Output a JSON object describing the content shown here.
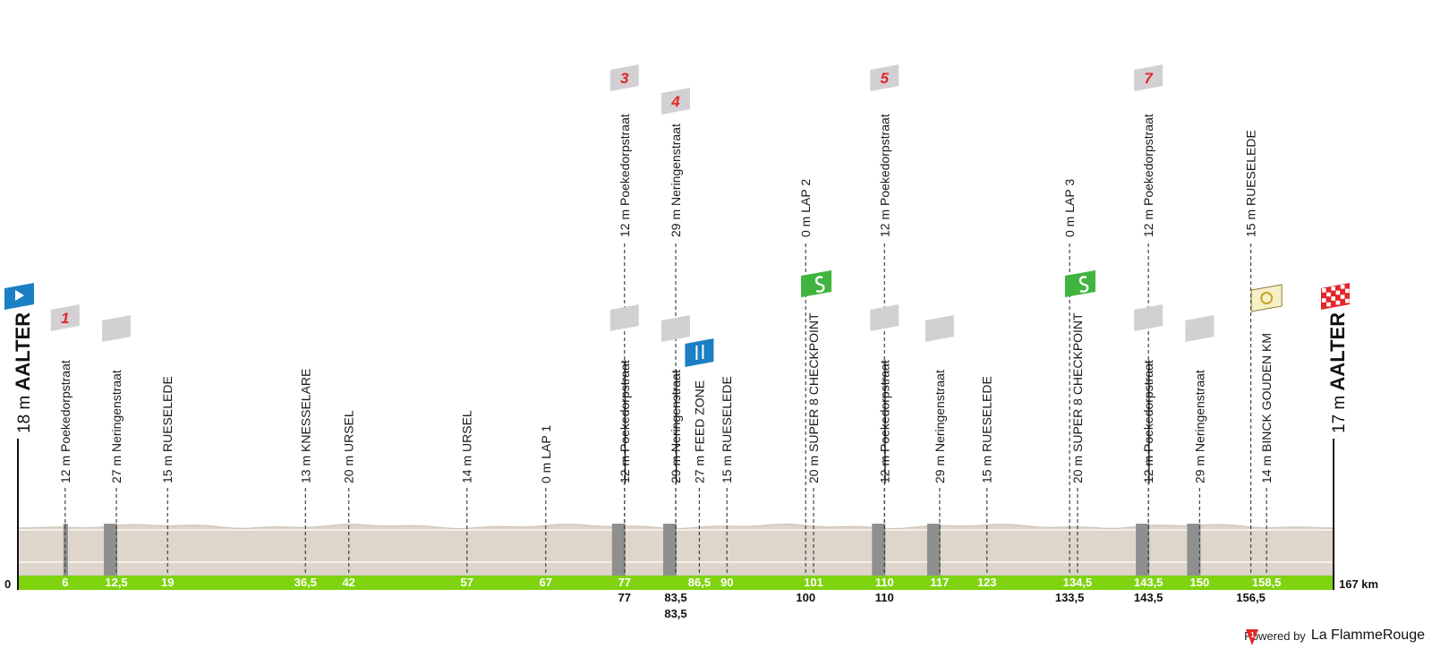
{
  "chart_data": {
    "type": "area",
    "xlim": [
      0,
      167
    ],
    "ylim": [
      0,
      100
    ],
    "x_start_label": "0",
    "x_end_label": "167 km",
    "start": {
      "name": "AALTER",
      "altitude": "18 m"
    },
    "finish": {
      "name": "AALTER",
      "altitude": "17 m"
    },
    "points": [
      {
        "km": 6,
        "label": "12 m Poekedorpstraat",
        "km_label": "6",
        "climb": true,
        "flag": "1"
      },
      {
        "km": 12.5,
        "label": "27 m Neringenstraat",
        "km_label": "12,5",
        "climb": true,
        "flag": ""
      },
      {
        "km": 19,
        "label": "15 m RUESELEDE",
        "km_label": "19"
      },
      {
        "km": 36.5,
        "label": "13 m KNESSELARE",
        "km_label": "36,5"
      },
      {
        "km": 42,
        "label": "20 m URSEL",
        "km_label": "42"
      },
      {
        "km": 57,
        "label": "14 m URSEL",
        "km_label": "57"
      },
      {
        "km": 67,
        "label": "0 m LAP 1",
        "km_label": "67"
      },
      {
        "km": 77,
        "label": "12 m Poekedorpstraat",
        "km_label": "77",
        "strike": true,
        "climb": true,
        "flag": ""
      },
      {
        "km": 77,
        "label": "12 m Poekedorpstraat",
        "km_label": "77",
        "below": true,
        "upper": true,
        "flag": "3"
      },
      {
        "km": 83.5,
        "label": "29 m Neringenstraat",
        "km_label": "83,5",
        "below": true,
        "strike": true,
        "climb": true,
        "flag": ""
      },
      {
        "km": 83.5,
        "label": "29 m Neringenstraat",
        "km_label": "83,5",
        "below2": true,
        "upper": true,
        "flag": "4"
      },
      {
        "km": 86.5,
        "label": "27 m FEED ZONE",
        "km_label": "86,5",
        "feed": true
      },
      {
        "km": 90,
        "label": "15 m RUESELEDE",
        "km_label": "90"
      },
      {
        "km": 100,
        "label": "0 m LAP 2",
        "km_label": "100",
        "below": true,
        "upper": true
      },
      {
        "km": 101,
        "label": "20 m SUPER 8 CHECKPOINT",
        "km_label": "101",
        "sprint": true
      },
      {
        "km": 110,
        "label": "12 m Poekedorpstraat",
        "km_label": "110",
        "strike": true,
        "climb": true,
        "flag": ""
      },
      {
        "km": 110,
        "label": "12 m Poekedorpstraat",
        "km_label": "110",
        "below": true,
        "upper": true,
        "flag": "5"
      },
      {
        "km": 117,
        "label": "29 m Neringenstraat",
        "km_label": "117",
        "climb": true,
        "flag": ""
      },
      {
        "km": 123,
        "label": "15 m RUESELEDE",
        "km_label": "123"
      },
      {
        "km": 133.5,
        "label": "0 m LAP 3",
        "km_label": "133,5",
        "below": true,
        "upper": true
      },
      {
        "km": 134.5,
        "label": "20 m SUPER 8 CHECKPOINT",
        "km_label": "134,5",
        "sprint": true
      },
      {
        "km": 143.5,
        "label": "12 m Poekedorpstraat",
        "km_label": "143,5",
        "strike": true,
        "climb": true,
        "flag": ""
      },
      {
        "km": 143.5,
        "label": "12 m Poekedorpstraat",
        "km_label": "143,5",
        "below": true,
        "upper": true,
        "flag": "7"
      },
      {
        "km": 150,
        "label": "29 m Neringenstraat",
        "km_label": "150",
        "climb": true,
        "flag": ""
      },
      {
        "km": 156.5,
        "label": "15 m RUESELEDE",
        "km_label": "156,5",
        "below": true,
        "upper": true
      },
      {
        "km": 158.5,
        "label": "14 m BINCK GOUDEN KM",
        "km_label": "158,5",
        "gold": true
      }
    ],
    "colors": {
      "profile": "#ded5cb",
      "profile_edge": "#c9bfb4",
      "km_bar": "#7fd30f",
      "climb_section": "#8f8f8f",
      "flag_gray": "#d3d0d3",
      "number_red": "#e3262b",
      "start_blue": "#1b7fc4",
      "finish_red": "#e3262b",
      "sprint_green": "#3fb43f",
      "feed_blue": "#1b7fc4",
      "gold_flag": "#f6f0c6"
    }
  },
  "footer": {
    "powered_by": "Powered by",
    "brand_a": "La Flamme",
    "brand_b": "Rouge"
  }
}
